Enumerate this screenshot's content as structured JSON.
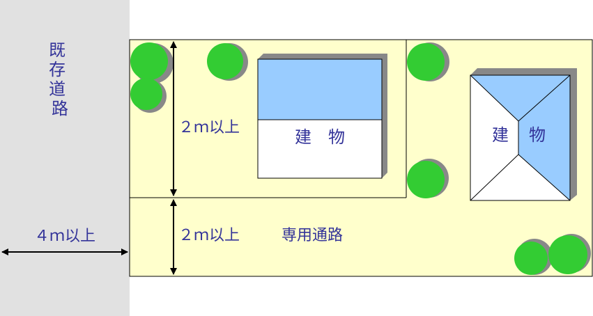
{
  "labels": {
    "existing_road": "既存道路",
    "road_width": "４ｍ以上",
    "frontage_upper": "２ｍ以上",
    "frontage_lower": "２ｍ以上",
    "private_road": "専用通路",
    "building_left": "建　物",
    "building_right_1": "建",
    "building_right_2": "物"
  },
  "colors": {
    "road": "#e1e1e1",
    "lot": "#ffffcc",
    "roof_blue": "#99ccff",
    "text": "#333399",
    "tree": "#33cc33",
    "tree_shadow": "#888888",
    "shadow": "#888888"
  }
}
